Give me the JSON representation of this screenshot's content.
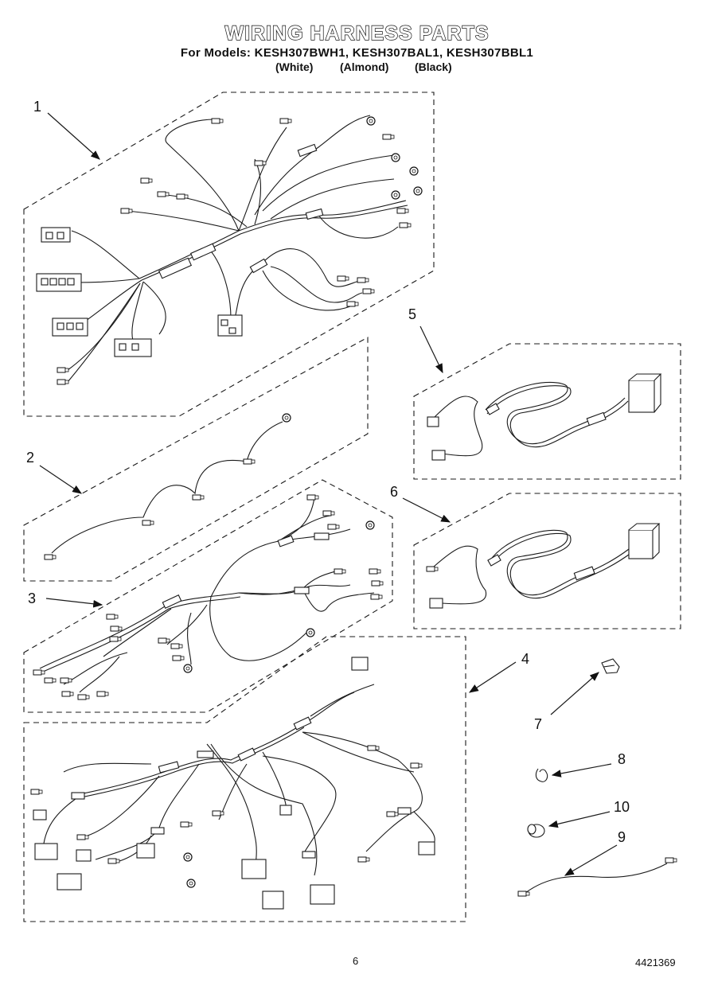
{
  "header": {
    "title": "WIRING HARNESS PARTS",
    "models_line": "For Models: KESH307BWH1, KESH307BAL1, KESH307BBL1",
    "color_white": "(White)",
    "color_almond": "(Almond)",
    "color_black": "(Black)"
  },
  "callouts": {
    "c1": "1",
    "c2": "2",
    "c3": "3",
    "c4": "4",
    "c5": "5",
    "c6": "6",
    "c7": "7",
    "c8": "8",
    "c9": "9",
    "c10": "10"
  },
  "footer": {
    "page_number": "6",
    "doc_number": "4421369"
  },
  "colors": {
    "line": "#1a1a1a",
    "background": "#ffffff"
  }
}
